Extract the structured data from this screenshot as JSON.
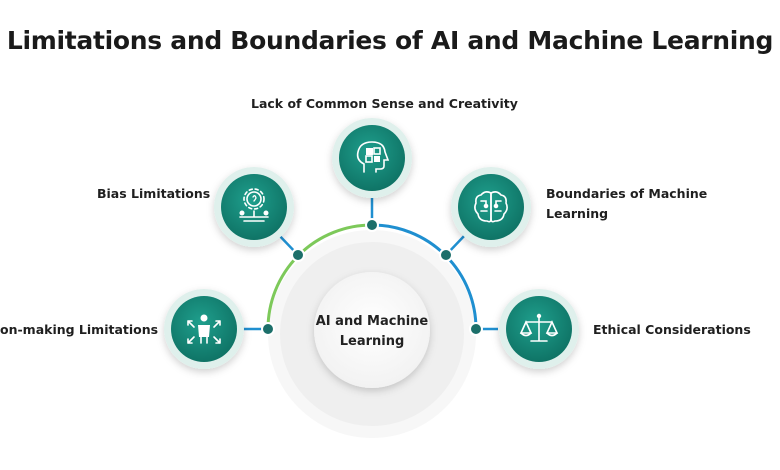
{
  "title": "Limitations and Boundaries of AI and Machine Learning",
  "center": {
    "line1": "AI and Machine",
    "line2": "Learning"
  },
  "nodes": [
    {
      "label": "on-making Limitations",
      "icon": "decision-person-icon"
    },
    {
      "label": "Bias Limitations",
      "icon": "balance-gear-icon"
    },
    {
      "label": "Lack of Common Sense and Creativity",
      "icon": "head-puzzle-icon"
    },
    {
      "label_line1": "Boundaries of Machine",
      "label_line2": "Learning",
      "icon": "brain-circuit-icon"
    },
    {
      "label": "Ethical Considerations",
      "icon": "scales-icon"
    }
  ],
  "colors": {
    "node_fill": "#17897a",
    "node_ring": "#dff0ec",
    "arc_green": "#7dc95a",
    "arc_blue": "#1f8fd0",
    "dot": "#1c6f6a"
  }
}
